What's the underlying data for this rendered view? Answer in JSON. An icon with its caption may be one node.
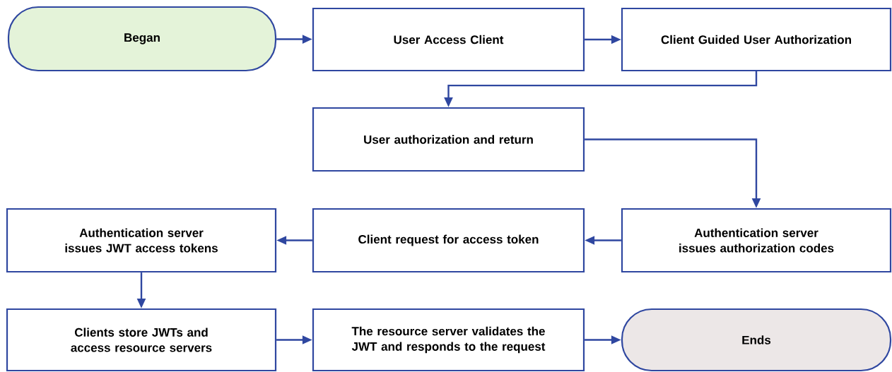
{
  "diagram": {
    "nodes": [
      {
        "text": [
          "Began"
        ]
      },
      {
        "text": [
          "User Access Client"
        ]
      },
      {
        "text": [
          "Client Guided User Authorization"
        ]
      },
      {
        "text": [
          "User authorization and return"
        ]
      },
      {
        "text": [
          "Authentication server issues authorization codes"
        ]
      },
      {
        "text": [
          "Client request for access token"
        ]
      },
      {
        "text": [
          "Authentication server issues JWT access tokens"
        ]
      },
      {
        "text": [
          "Clients store JWTs and access resource servers"
        ]
      },
      {
        "text": [
          "The resource server validates the JWT and responds to the request"
        ]
      },
      {
        "text": [
          "Ends"
        ]
      }
    ],
    "edges": [
      {
        "from": 0,
        "to": 1,
        "arrow": "to"
      },
      {
        "from": 1,
        "to": 2,
        "arrow": "to"
      },
      {
        "from": 2,
        "to": 3,
        "arrow": "to"
      },
      {
        "from": 3,
        "to": 4,
        "arrow": "to"
      },
      {
        "from": 4,
        "to": 5,
        "arrow": "to"
      },
      {
        "from": 5,
        "to": 6,
        "arrow": "to"
      },
      {
        "from": 6,
        "to": 7,
        "arrow": "to"
      },
      {
        "from": 7,
        "to": 8,
        "arrow": "to"
      },
      {
        "from": 8,
        "to": 9,
        "arrow": "to"
      }
    ]
  }
}
